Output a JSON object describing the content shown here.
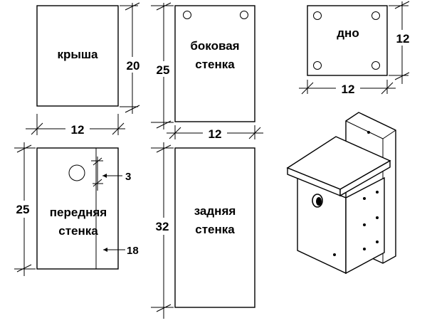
{
  "panels": {
    "roof": {
      "name": "крыша",
      "height_dim": "20"
    },
    "side": {
      "name_line1": "боковая",
      "name_line2": "стенка",
      "height_dim": "25"
    },
    "bottom": {
      "name": "дно",
      "height_dim": "12",
      "width_dim": "12"
    },
    "top_width": {
      "roof_width_dim": "12",
      "side_width_dim": "12"
    },
    "front": {
      "name_line1": "передняя",
      "name_line2": "стенка",
      "height_dim": "25",
      "hole_offset_dim": "3",
      "cut_offset_dim": "18"
    },
    "back": {
      "name_line1": "задняя",
      "name_line2": "стенка",
      "height_dim": "32"
    }
  },
  "illustration": {
    "subject": "birdhouse-3d-view"
  }
}
